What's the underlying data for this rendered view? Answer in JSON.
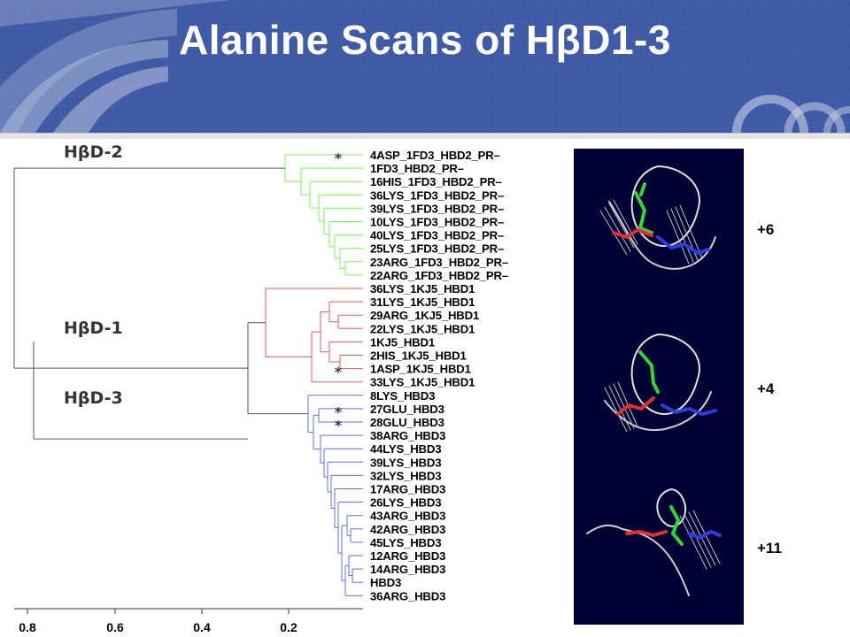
{
  "title": "Alanine Scans of HβD1-3",
  "clusters": [
    {
      "label": "HβD-2",
      "color": "#7ef25a"
    },
    {
      "label": "HβD-1",
      "color": "#e35a5a"
    },
    {
      "label": "HβD-3",
      "color": "#5a72e3"
    }
  ],
  "leaves": [
    "4ASP_1FD3_HBD2_PR–",
    "1FD3_HBD2_PR–",
    "16HIS_1FD3_HBD2_PR–",
    "36LYS_1FD3_HBD2_PR–",
    "39LYS_1FD3_HBD2_PR–",
    "10LYS_1FD3_HBD2_PR–",
    "40LYS_1FD3_HBD2_PR–",
    "25LYS_1FD3_HBD2_PR–",
    "23ARG_1FD3_HBD2_PR–",
    "22ARG_1FD3_HBD2_PR–",
    "36LYS_1KJ5_HBD1",
    "31LYS_1KJ5_HBD1",
    "29ARG_1KJ5_HBD1",
    "22LYS_1KJ5_HBD1",
    "1KJ5_HBD1",
    "2HIS_1KJ5_HBD1",
    "1ASP_1KJ5_HBD1",
    "33LYS_1KJ5_HBD1",
    "8LYS_HBD3",
    "27GLU_HBD3",
    "28GLU_HBD3",
    "38ARG_HBD3",
    "44LYS_HBD3",
    "39LYS_HBD3",
    "32LYS_HBD3",
    "17ARG_HBD3",
    "26LYS_HBD3",
    "43ARG_HBD3",
    "42ARG_HBD3",
    "45LYS_HBD3",
    "12ARG_HBD3",
    "14ARG_HBD3",
    "HBD3",
    "36ARG_HBD3"
  ],
  "marker": "*",
  "axis_ticks": [
    "0.8",
    "0.6",
    "0.4",
    "0.2"
  ],
  "charges": [
    "+6",
    "+4",
    "+11"
  ],
  "colors": {
    "header": "#3f5aa6",
    "structure_bg": "#000033",
    "tree_black": "#555555"
  }
}
